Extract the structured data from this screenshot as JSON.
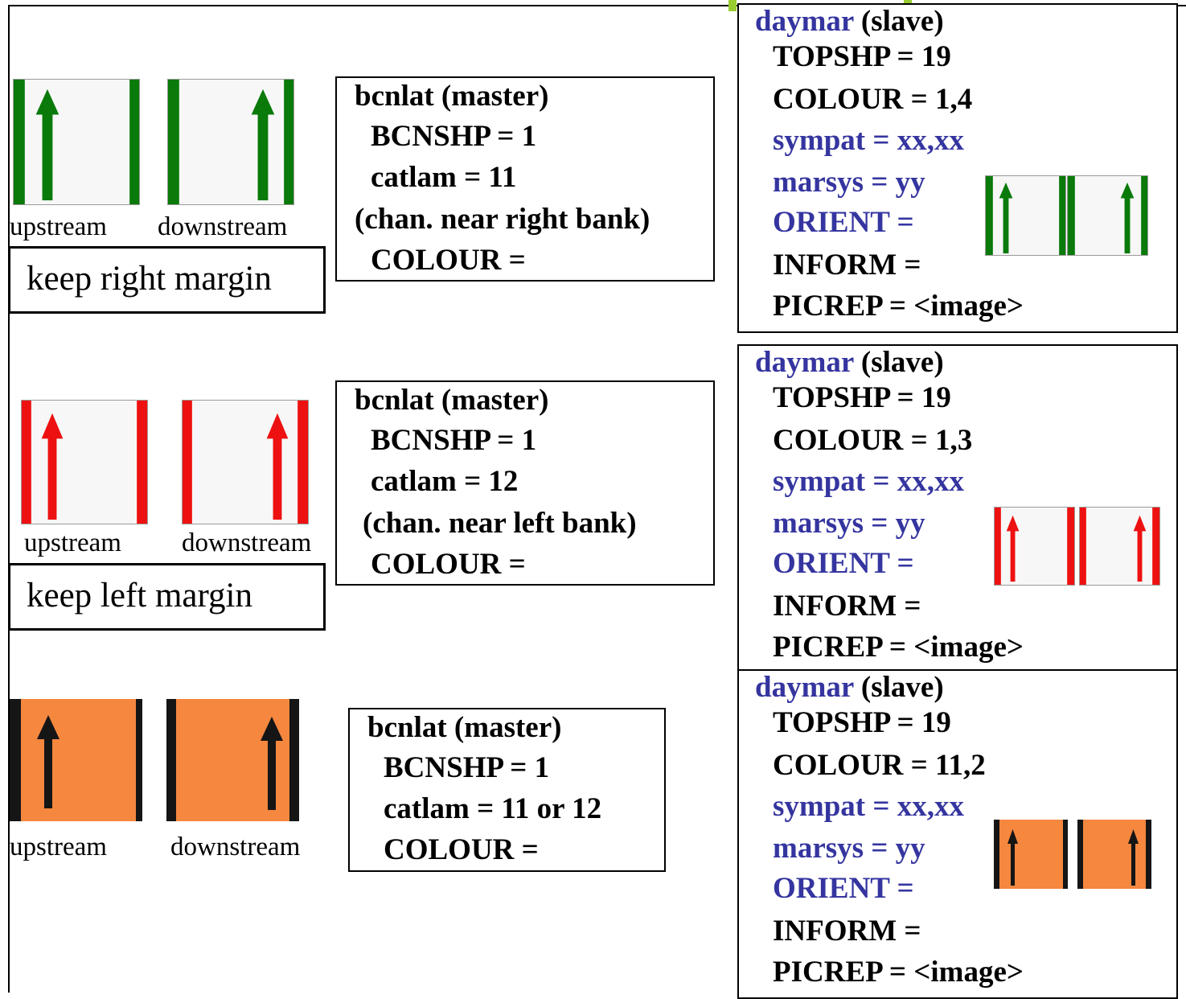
{
  "rows": [
    {
      "colors": {
        "stripe": "#0a7a0a",
        "arrow": "#0a7a0a",
        "fill": "#f7f7f7"
      },
      "upstream_label": "upstream",
      "downstream_label": "downstream",
      "keep_label": "keep right margin",
      "master": {
        "title": "bcnlat (master)",
        "bcnshp": "BCNSHP = 1",
        "catlam": "catlam = 11",
        "note": "(chan. near right bank)",
        "colour": "COLOUR ="
      },
      "slave": {
        "title_name": "daymar",
        "title_role": "(slave)",
        "topshp": "TOPSHP = 19",
        "colour": "COLOUR = 1,4",
        "sympat": "sympat = xx,xx",
        "marsys": "marsys = yy",
        "orient": "ORIENT =",
        "inform": "INFORM =",
        "picrep": "PICREP = <image>"
      }
    },
    {
      "colors": {
        "stripe": "#ee1111",
        "arrow": "#ee1111",
        "fill": "#f7f7f7"
      },
      "upstream_label": "upstream",
      "downstream_label": "downstream",
      "keep_label": "keep left margin",
      "master": {
        "title": "bcnlat (master)",
        "bcnshp": "BCNSHP = 1",
        "catlam": "catlam = 12",
        "note": "(chan. near left bank)",
        "colour": "COLOUR ="
      },
      "slave": {
        "title_name": "daymar",
        "title_role": "(slave)",
        "topshp": "TOPSHP = 19",
        "colour": "COLOUR = 1,3",
        "sympat": "sympat = xx,xx",
        "marsys": "marsys = yy",
        "orient": "ORIENT =",
        "inform": "INFORM =",
        "picrep": "PICREP = <image>"
      }
    },
    {
      "colors": {
        "stripe": "#151515",
        "arrow": "#151515",
        "fill": "#f5873e"
      },
      "upstream_label": "upstream",
      "downstream_label": "downstream",
      "master": {
        "title": "bcnlat (master)",
        "bcnshp": "BCNSHP = 1",
        "catlam": "catlam = 11 or 12",
        "colour": "COLOUR ="
      },
      "slave": {
        "title_name": "daymar",
        "title_role": "(slave)",
        "topshp": "TOPSHP = 19",
        "colour": "COLOUR = 11,2",
        "sympat": "sympat = xx,xx",
        "marsys": "marsys = yy",
        "orient": "ORIENT =",
        "inform": "INFORM =",
        "picrep": "PICREP = <image>"
      }
    }
  ]
}
